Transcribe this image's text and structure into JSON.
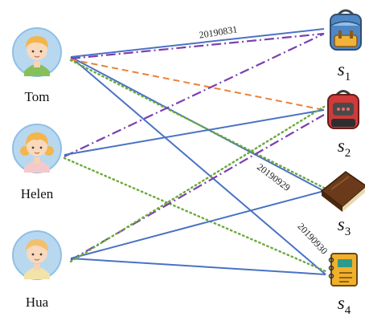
{
  "users": [
    {
      "id": "tom",
      "label": "Tom"
    },
    {
      "id": "helen",
      "label": "Helen"
    },
    {
      "id": "hua",
      "label": "Hua"
    }
  ],
  "items": [
    {
      "id": "s1",
      "base": "s",
      "sub": "1",
      "icon": "backpack-blue-icon"
    },
    {
      "id": "s2",
      "base": "s",
      "sub": "2",
      "icon": "backpack-red-icon"
    },
    {
      "id": "s3",
      "base": "s",
      "sub": "3",
      "icon": "notebook-brown-icon"
    },
    {
      "id": "s4",
      "base": "s",
      "sub": "4",
      "icon": "notepad-orange-icon"
    }
  ],
  "edge_labels": {
    "tom_s1": "20190831",
    "tom_s3": "20190929",
    "tom_s4": "20190930"
  },
  "colors": {
    "blue": "#4a72c4",
    "purple": "#7a3fb0",
    "orange": "#e8833a",
    "green": "#6aaa3a",
    "avatar_bg": "#b8d8f0",
    "avatar_ring": "#8fc0e6"
  },
  "edges": [
    {
      "from": "tom",
      "to": "s1",
      "style": "blue-solid"
    },
    {
      "from": "tom",
      "to": "s3",
      "style": "blue-solid"
    },
    {
      "from": "tom",
      "to": "s4",
      "style": "blue-solid"
    },
    {
      "from": "tom",
      "to": "s1",
      "style": "purple-dashdot"
    },
    {
      "from": "tom",
      "to": "s2",
      "style": "orange-dashed"
    },
    {
      "from": "tom",
      "to": "s3",
      "style": "green-dotted"
    },
    {
      "from": "helen",
      "to": "s1",
      "style": "purple-dashdot"
    },
    {
      "from": "helen",
      "to": "s2",
      "style": "blue-solid"
    },
    {
      "from": "helen",
      "to": "s4",
      "style": "green-dotted"
    },
    {
      "from": "hua",
      "to": "s2",
      "style": "purple-dashdot"
    },
    {
      "from": "hua",
      "to": "s3",
      "style": "blue-solid"
    },
    {
      "from": "hua",
      "to": "s4",
      "style": "blue-solid"
    },
    {
      "from": "hua",
      "to": "s2",
      "style": "green-dotted"
    }
  ]
}
